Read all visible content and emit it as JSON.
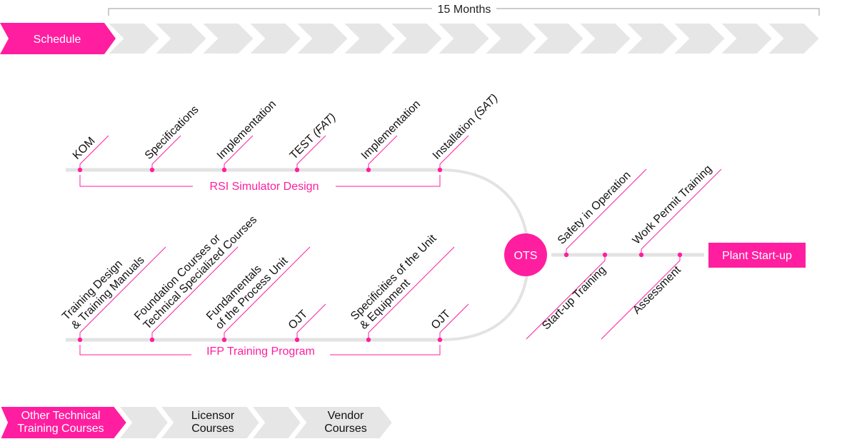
{
  "duration": {
    "label": "15 Months"
  },
  "schedule": {
    "label": "Schedule",
    "chevron_count": 15,
    "accent": "#ff1ea0",
    "chevron_gray": "#e6e6e6"
  },
  "rsi_track": {
    "title": "RSI Simulator Design",
    "milestones": [
      {
        "label": "KOM"
      },
      {
        "label": "Specifications"
      },
      {
        "label": "Implementation"
      },
      {
        "label": "TEST ",
        "label_italic": "(FAT)"
      },
      {
        "label": "Implementation"
      },
      {
        "label": "Installation ",
        "label_italic": "(SAT)"
      }
    ]
  },
  "ifp_track": {
    "title": "IFP Training Program",
    "milestones": [
      {
        "lines": [
          "Training Design",
          "& Training Manuals"
        ]
      },
      {
        "lines": [
          "Foundation Courses or",
          "Technical Specialized Courses"
        ]
      },
      {
        "lines": [
          "Fundamentals",
          "of the Process Unit"
        ]
      },
      {
        "lines": [
          "OJT"
        ]
      },
      {
        "lines": [
          "Specificities of the Unit",
          "& Equipment"
        ]
      },
      {
        "lines": [
          "OJT"
        ]
      }
    ]
  },
  "ots": {
    "label": "OTS",
    "above": [
      {
        "label": "Safety in Operation"
      },
      {
        "label": "Work Permit Training"
      }
    ],
    "below": [
      {
        "label": "Start-up Training"
      },
      {
        "label": "Assessment"
      }
    ]
  },
  "plant_startup": {
    "label": "Plant Start-up"
  },
  "other_courses": {
    "items": [
      {
        "lines": [
          "Other Technical",
          "Training Courses"
        ],
        "highlight": true
      },
      {
        "lines": [],
        "highlight": false
      },
      {
        "lines": [
          "Licensor",
          "Courses"
        ],
        "highlight": false
      },
      {
        "lines": [],
        "highlight": false
      },
      {
        "lines": [
          "Vendor",
          "Courses"
        ],
        "highlight": false
      }
    ]
  }
}
